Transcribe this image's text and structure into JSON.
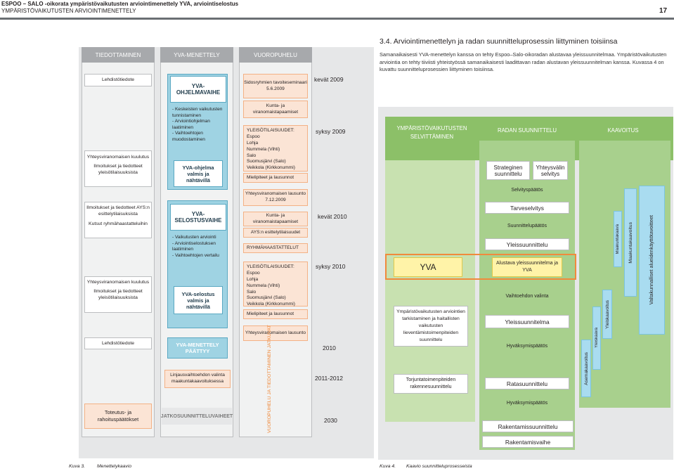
{
  "header": {
    "title": "ESPOO – SALO -oikorata ympäristövaikutusten arviointimenettely YVA, arviointiselostus",
    "subtitle": "YMPÄRISTÖVAIKUTUSTEN ARVIOINTIMENETTELY",
    "page_number": "17"
  },
  "section": {
    "heading": "3.4.  Arviointimenettelyn ja radan suunnitteluprosessin liittyminen toisiinsa",
    "paragraph": "Samanaikaisesti YVA-menettelyn kanssa on tehty Espoo–Salo-oikoradan alustavaa yleissuunnitelmaa. Ympäristövaikutusten arviointia on tehty tiiviisti yhteistyössä samanaikaisesti laadittavan radan alustavan yleissuunnitelman kanssa. Kuvassa 4 on kuvattu suunnitteluprosessien liittyminen toisiinsa."
  },
  "fig3": {
    "headers": {
      "tiedottaminen": "TIEDOTTAMINEN",
      "yva": "YVA-MENETTELY",
      "vuoropuhelu": "VUOROPUHELU"
    },
    "tied": {
      "b1": "Lehdistötiedote",
      "b2a": "Yhteysviranomaisen kuulutus",
      "b2b": "Ilmoitukset ja tiedotteet yleisötilaisuuksista",
      "b3a": "Ilmoitukset ja tiedotteet AYS:n esittelytilaisuksista",
      "b3b": "Kutsut ryhmähaastatteluihin",
      "b4a": "Yhteysviranomaisen kuulutus",
      "b4b": "Ilmoitukset ja tiedotteet yleisötilaisuuksista",
      "b5": "Lehdistötiedote",
      "b6": "Toteutus- ja rahoituspäätökset"
    },
    "yva": {
      "ohj_title": "YVA-OHJELMAVAIHE",
      "ohj_items": "- Keskeisten vaikutusten tunnistaminen\n- Arviointiohjelman laatiminen\n- Vaihtoehtojen muodostaminen",
      "ohj_done": "YVA-ohjelma valmis ja nähtävillä",
      "sel_title": "YVA-SELOSTUSVAIHE",
      "sel_items": "- Vaikutusten arviointi\n- Arviointiselostuksen laatiminen\n- Vaihtoehtojen vertailu",
      "sel_done": "YVA-selostus valmis ja nähtävillä",
      "ended": "YVA-MENETTELY PÄÄTTYY",
      "linjaus": "Linjausvaihtoehdon valinta maakuntakaavoituksessa",
      "jatko": "JATKOSUUNNITTELUVAIHEET"
    },
    "vuoro": {
      "v1": "Sidosryhmien tavoiteseminaari 5.6.2009",
      "v2": "Kunta- ja viranomaistapaamiset",
      "v3": "YLEISÖTILAISUUDET:\nEspoo\nLohja\nNummela (Vihti)\nSalo\nSuomusjärvi (Salo)\nVeikkola (Kirkkonummi)",
      "v4": "Mielipiteet ja lausunnot",
      "v5": "Yhteysviranomaisen lausunto 7.12.2009",
      "v6": "Kunta- ja viranomaistapaamiset",
      "v7": "AYS:n esittelytilaisuudet",
      "v8": "RYHMÄHAASTATTELUT",
      "v9": "YLEISÖTILAISUUDET:\nEspoo\nLohja\nNummela (Vihti)\nSalo\nSuomusjärvi (Salo)\nVeikkola (Kirkkonummi)",
      "v10": "Mielipiteet ja lausunnot",
      "v11": "Yhteysviranomaisen lausunto",
      "vertical": "VUOROPUHELU JA TIEDOTTAMINEN JATKUVAT"
    },
    "timeline": {
      "t1": "kevät 2009",
      "t2": "syksy 2009",
      "t3": "kevät 2010",
      "t4": "syksy 2010",
      "t5": "2010",
      "t6": "2011-2012",
      "t7": "2030"
    },
    "caption_num": "Kuva 3.",
    "caption_text": "Menettelykaavio"
  },
  "fig4": {
    "headers": {
      "ymp": "YMPÄRISTÖVAIKUTUSTEN SELVITTÄMINEN",
      "radan": "RADAN SUUNNITTELU",
      "kaavoitus": "KAAVOITUS"
    },
    "strateginen": "Strateginen suunnittelu",
    "yhteysvalin": "Yhteysvälin selvitys",
    "selvityspaatos": "Selvityspäätös",
    "tarveselvitys": "Tarveselvitys",
    "tunnelupaatos": "Suunnittelupäätös",
    "yleissuunnittelu": "Yleissuunnittelu",
    "alustava": "Alustava yleissuunnitelma ja YVA",
    "vaihtoehdon": "Vaihtoehdon valinta",
    "yleissuunnitelma": "Yleissuunnitelma",
    "hyvaksymispaatos1": "Hyväksymispäätös",
    "ratasuunnittelu": "Ratasuunnittelu",
    "hyvaksymispaatos2": "Hyväksymispäätös",
    "rakentamissuunnittelu": "Rakentamissuunnittelu",
    "rakentamisvaihe": "Rakentamisvaihe",
    "yva": "YVA",
    "ymp_tarkastelu": "Ympäristövaikutusten arviointien tarkistaminen ja haitallisten vaikutusten lieventämistoimenpiteiden suunnittelu",
    "torjunta": "Torjuntatoimenpiteiden rakennesuunnittelu",
    "valtakunnalliset": "Valtakunnalliset alueidenkäyttötavoitteet",
    "maakuntakaavoitus": "Maakuntakaavoitus",
    "maakuntakaava": "Maakuntakaava",
    "yleiskaavoitus": "Yleiskaavoitus",
    "yleiskaava": "Yleiskaava",
    "asemakaavoitus": "Asemakaavoitus",
    "caption_num": "Kuva 4.",
    "caption_text": "Kaavio suunnitteluprosesseista"
  }
}
